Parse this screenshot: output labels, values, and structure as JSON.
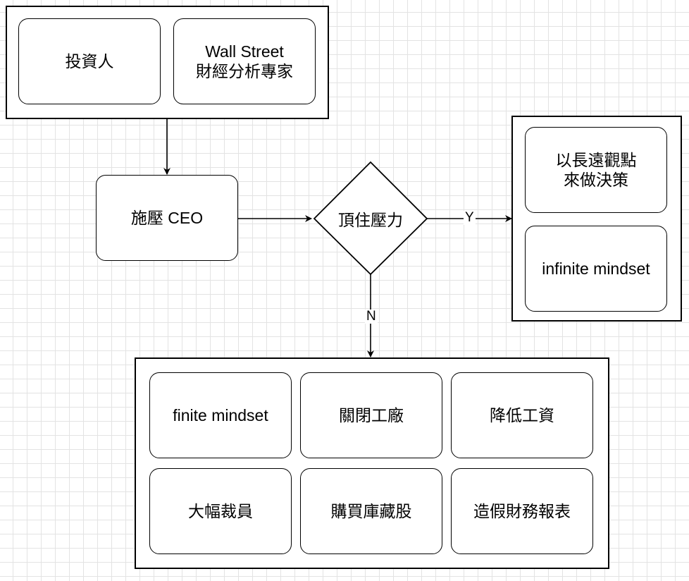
{
  "nodes": {
    "investors": "投資人",
    "wall_street": "Wall Street\n財經分析專家",
    "pressure_ceo": "施壓 CEO",
    "withstand": "頂住壓力",
    "long_term": "以長遠觀點\n來做決策",
    "infinite_mindset": "infinite mindset",
    "finite_mindset": "finite mindset",
    "close_factory": "關閉工廠",
    "cut_wages": "降低工資",
    "layoffs": "大幅裁員",
    "buyback": "購買庫藏股",
    "fake_reports": "造假財務報表"
  },
  "edges": {
    "yes_label": "Y",
    "no_label": "N"
  },
  "colors": {
    "stroke": "#000000",
    "grid": "#e3e3e3",
    "background": "#ffffff"
  }
}
